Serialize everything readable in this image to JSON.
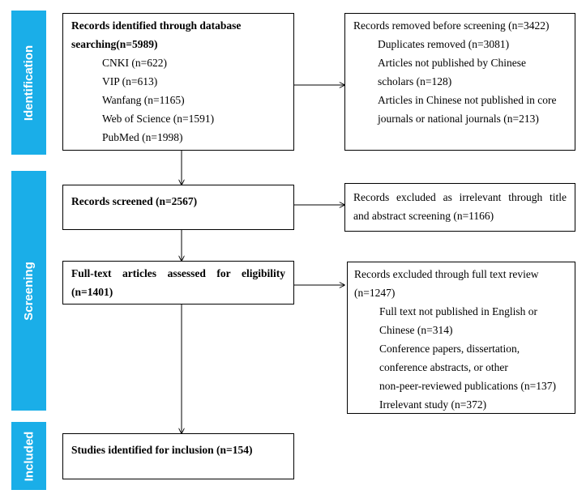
{
  "colors": {
    "phase_bar": "#1aaee8",
    "stroke": "#000000"
  },
  "phases": {
    "identification": "Identification",
    "screening": "Screening",
    "included": "Included"
  },
  "db_search": {
    "title_line1": "Records identified through database",
    "title_line2": "searching(n=5989)",
    "items": [
      "CNKI (n=622)",
      "VIP (n=613)",
      "Wanfang (n=1165)",
      "Web of Science (n=1591)",
      "PubMed (n=1998)"
    ]
  },
  "removed": {
    "title": "Records removed before screening (n=3422)",
    "lines": [
      "Duplicates removed (n=3081)",
      "Articles not published by Chinese",
      "scholars (n=128)",
      "Articles in Chinese not published in core",
      "journals or national journals (n=213)"
    ]
  },
  "screened": {
    "label": "Records screened (n=2567)"
  },
  "excluded_title": {
    "line1": "Records excluded as irrelevant through title",
    "line2": "and abstract screening (n=1166)"
  },
  "fulltext": {
    "line1": "Full-text articles assessed for eligibility",
    "line2": "(n=1401)"
  },
  "excluded_fulltext": {
    "line1": "Records excluded through full text review",
    "line2": "(n=1247)",
    "lines": [
      "Full text not published in English or",
      "Chinese (n=314)",
      "Conference papers, dissertation,",
      "conference abstracts, or other",
      "non-peer-reviewed publications (n=137)",
      "Irrelevant study (n=372)"
    ]
  },
  "included": {
    "label": "Studies identified for inclusion (n=154)"
  }
}
